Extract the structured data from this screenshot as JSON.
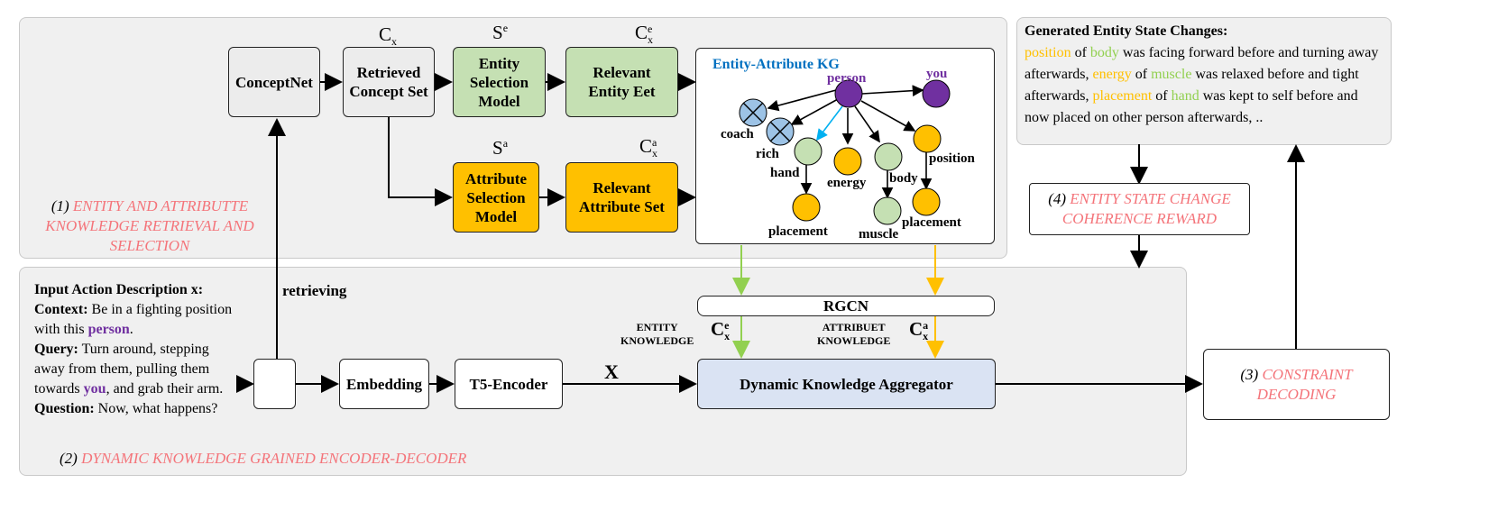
{
  "panels": {
    "stage1": {
      "num": "(1)",
      "text": "ENTITY AND ATTRIBUTTE KNOWLEDGE RETRIEVAL AND SELECTION"
    },
    "stage2": {
      "num": "(2)",
      "text": "DYNAMIC KNOWLEDGE GRAINED ENCODER-DECODER"
    },
    "stage3": {
      "num": "(3)",
      "text": "CONSTRAINT DECODING"
    },
    "stage4": {
      "num": "(4)",
      "text": "ENTITY STATE CHANGE COHERENCE REWARD"
    }
  },
  "boxes": {
    "conceptnet": "ConceptNet",
    "retrieved": "Retrieved\nConcept Set",
    "entity_sel": "Entity\nSelection\nModel",
    "relevant_entity": "Relevant\nEntity Eet",
    "attr_sel": "Attribute\nSelection\nModel",
    "relevant_attr": "Relevant\nAttribute Set",
    "rgcn": "RGCN",
    "embedding": "Embedding",
    "t5": "T5-Encoder",
    "dka": "Dynamic Knowledge Aggregator"
  },
  "symbols": {
    "cx": {
      "base": "C",
      "sub": "x"
    },
    "se": {
      "base": "S",
      "sup": "e"
    },
    "cxe": {
      "base": "C",
      "sup": "e",
      "sub": "x"
    },
    "sa": {
      "base": "S",
      "sup": "a"
    },
    "cxa": {
      "base": "C",
      "sup": "a",
      "sub": "x"
    },
    "x": "X"
  },
  "labels": {
    "retrieving": "retrieving",
    "entity_knowledge": "ENTITY\nKNOWLEDGE",
    "attribute_knowledge": "ATTRIBUET\nKNOWLEDGE"
  },
  "kg": {
    "title": "Entity-Attribute KG",
    "nodes": [
      "person",
      "you",
      "coach",
      "rich",
      "hand",
      "energy",
      "body",
      "position",
      "placement",
      "muscle",
      "placement"
    ]
  },
  "input": {
    "title": "Input  Action Description x:",
    "context_label": "Context:",
    "context_text": " Be in a fighting position with  this ",
    "context_highlight": "person",
    "context_end": ".",
    "query_label": "Query:",
    "query_text": " Turn around, stepping away from them, pulling them towards ",
    "query_highlight": "you",
    "query_end": ", and grab their arm.",
    "question_label": "Question:",
    "question_text": " Now, what happens?"
  },
  "output": {
    "title": "Generated  Entity State Changes:",
    "segments": [
      {
        "t": "position",
        "c": "orange"
      },
      {
        "t": " of ",
        "c": "black"
      },
      {
        "t": "body",
        "c": "green"
      },
      {
        "t": " was facing forward before and turning away afterwards, ",
        "c": "black"
      },
      {
        "t": "energy",
        "c": "orange"
      },
      {
        "t": " of ",
        "c": "black"
      },
      {
        "t": "muscle",
        "c": "green"
      },
      {
        "t": " was relaxed before and tight afterwards, ",
        "c": "black"
      },
      {
        "t": "placement",
        "c": "orange"
      },
      {
        "t": " of ",
        "c": "black"
      },
      {
        "t": "hand",
        "c": "green"
      },
      {
        "t": " was kept to self before and now placed on other person afterwards, ..",
        "c": "black"
      }
    ]
  },
  "colors": {
    "green_fill": "#c5e0b3",
    "orange_fill": "#ffc000",
    "purple": "#7030a0",
    "blue_node": "#9dc3e6",
    "title_blue": "#0070c0",
    "stage_red": "#f4747a",
    "text_orange": "#ffc000",
    "text_green": "#92d050",
    "arrow_green": "#92d050",
    "arrow_orange": "#ffc000",
    "arrow_blue": "#00b0f0"
  }
}
